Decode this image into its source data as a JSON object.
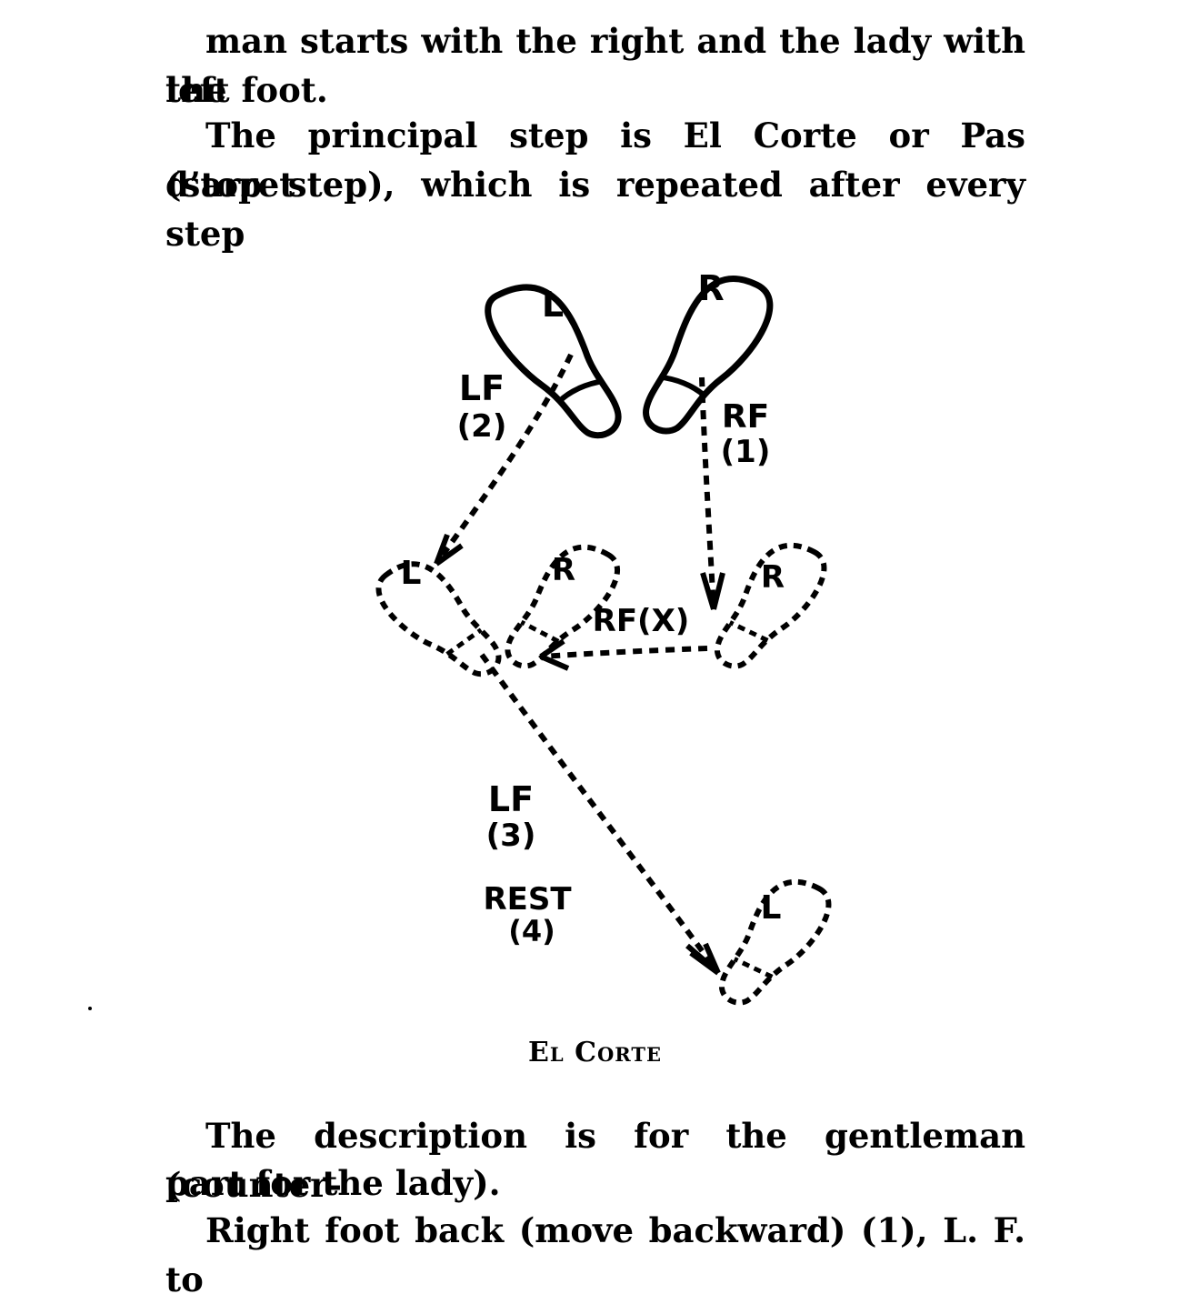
{
  "text_top": {
    "line1": "man starts with the right and the lady with the",
    "line2": "left foot.",
    "line3": "The principal step is El Corte or Pas d’arret",
    "line4": "(stop step), which is repeated after every step"
  },
  "figure": {
    "caption": "El Corte",
    "labels": {
      "top_left_foot": "L",
      "top_right_foot": "R",
      "step2_a": "LF",
      "step2_b": "(2)",
      "step1_a": "RF",
      "step1_b": "(1)",
      "mid_left_foot": "L",
      "mid_cross_foot": "R",
      "crossing": "RF(X)",
      "mid_right_foot": "R",
      "step3_a": "LF",
      "step3_b": "(3)",
      "rest_a": "REST",
      "rest_b": "(4)",
      "bottom_foot": "L"
    }
  },
  "text_bottom": {
    "line1": "The description is for the gentleman (counter-",
    "line2": "part for the lady).",
    "line3": "Right foot back (move backward) (1), L. F. to"
  }
}
